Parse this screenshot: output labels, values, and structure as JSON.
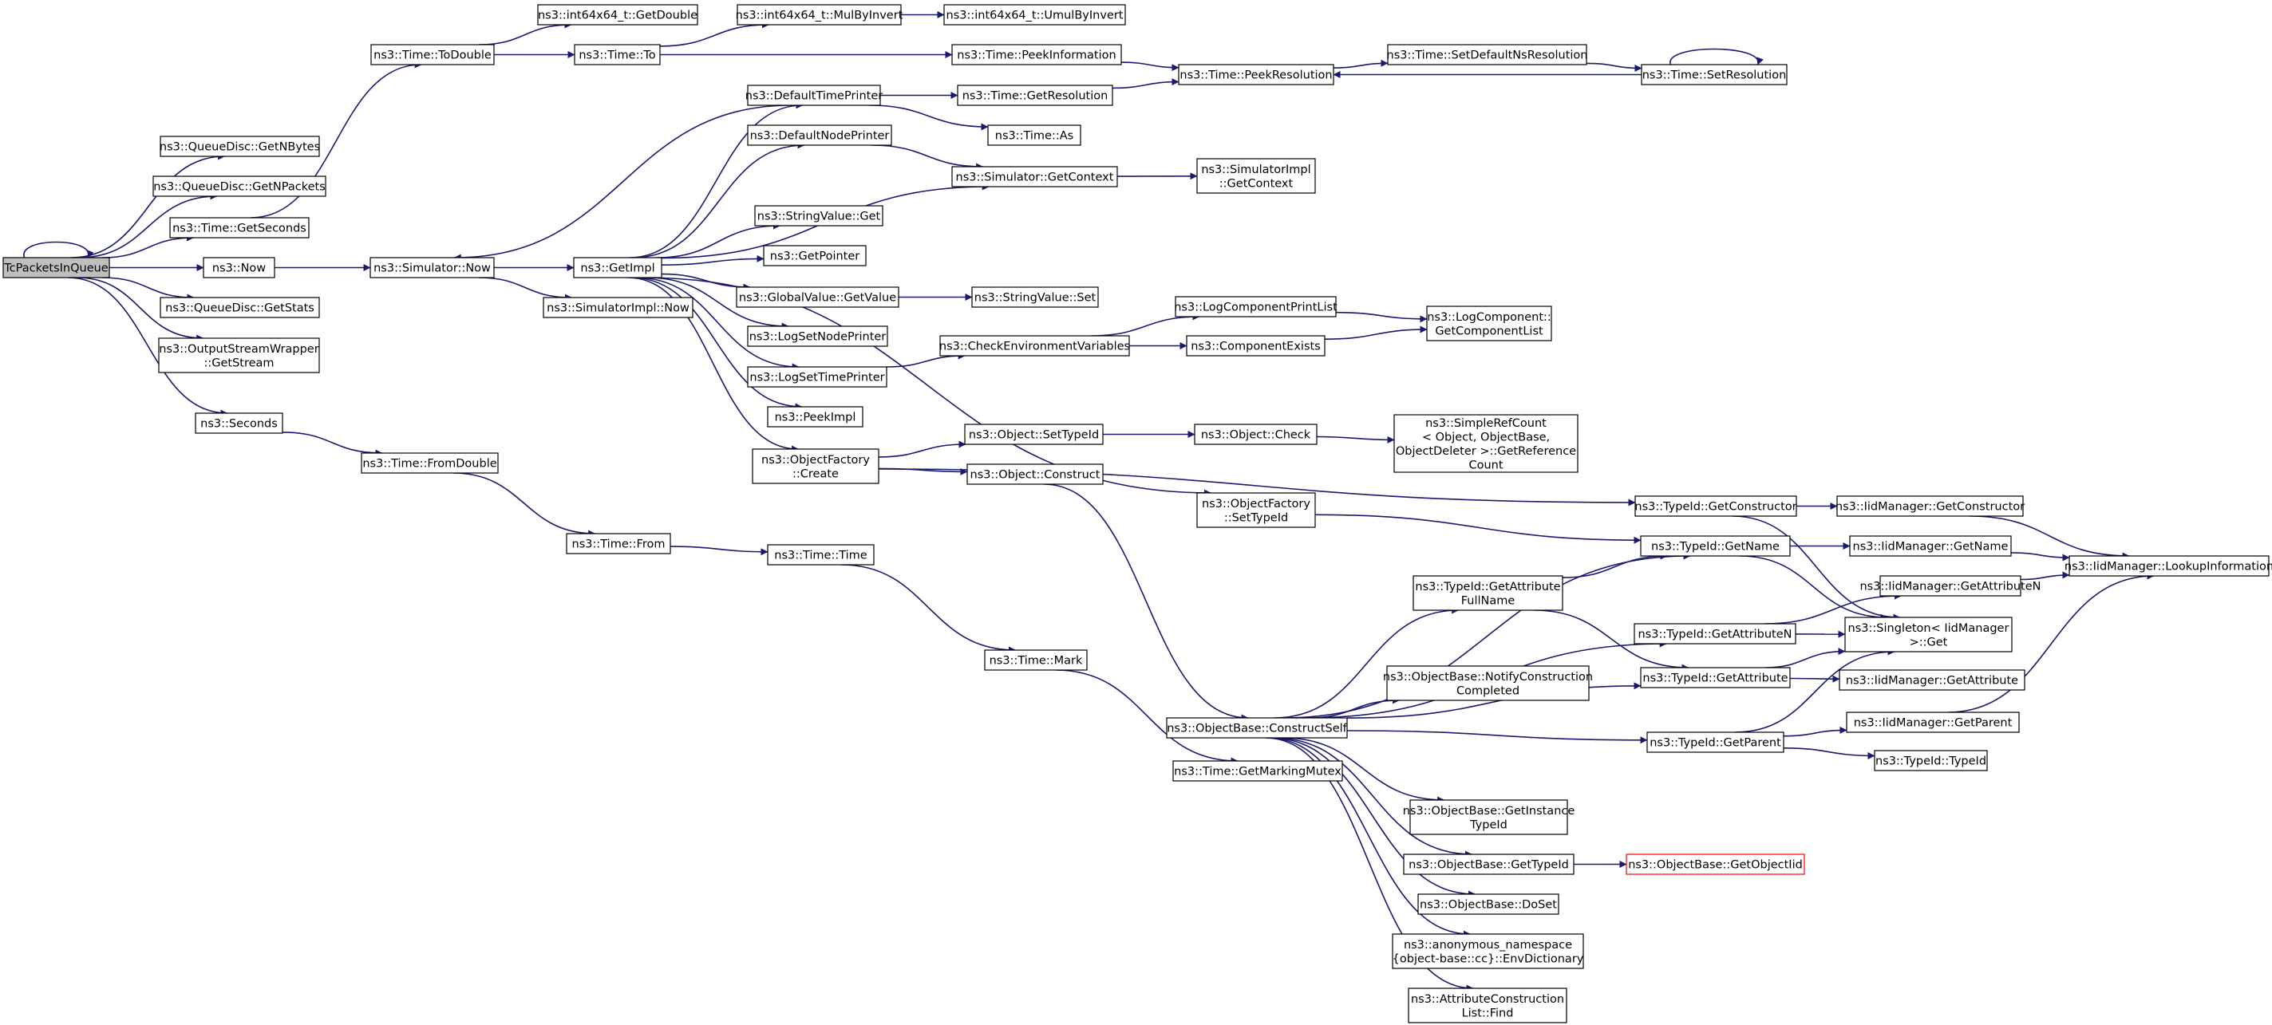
{
  "nodes": [
    {
      "id": "root",
      "lines": [
        "TcPacketsInQueue"
      ],
      "style": "root"
    },
    {
      "id": "getNBytes",
      "lines": [
        "ns3::QueueDisc::GetNBytes"
      ]
    },
    {
      "id": "getNPackets",
      "lines": [
        "ns3::QueueDisc::GetNPackets"
      ]
    },
    {
      "id": "getSeconds",
      "lines": [
        "ns3::Time::GetSeconds"
      ]
    },
    {
      "id": "now",
      "lines": [
        "ns3::Now"
      ]
    },
    {
      "id": "getStats",
      "lines": [
        "ns3::QueueDisc::GetStats"
      ]
    },
    {
      "id": "getStream",
      "lines": [
        "ns3::OutputStreamWrapper",
        "::GetStream"
      ]
    },
    {
      "id": "seconds",
      "lines": [
        "ns3::Seconds"
      ]
    },
    {
      "id": "toDouble",
      "lines": [
        "ns3::Time::ToDouble"
      ]
    },
    {
      "id": "i64GetDouble",
      "lines": [
        "ns3::int64x64_t::GetDouble"
      ]
    },
    {
      "id": "timeTo",
      "lines": [
        "ns3::Time::To"
      ]
    },
    {
      "id": "mulByInvert",
      "lines": [
        "ns3::int64x64_t::MulByInvert"
      ]
    },
    {
      "id": "umulByInvert",
      "lines": [
        "ns3::int64x64_t::UmulByInvert"
      ]
    },
    {
      "id": "simNow",
      "lines": [
        "ns3::Simulator::Now"
      ]
    },
    {
      "id": "getImpl",
      "lines": [
        "ns3::GetImpl"
      ]
    },
    {
      "id": "simImplNow",
      "lines": [
        "ns3::SimulatorImpl::Now"
      ]
    },
    {
      "id": "fromDouble",
      "lines": [
        "ns3::Time::FromDouble"
      ]
    },
    {
      "id": "timeFrom",
      "lines": [
        "ns3::Time::From"
      ]
    },
    {
      "id": "timeTime",
      "lines": [
        "ns3::Time::Time"
      ]
    },
    {
      "id": "timeMark",
      "lines": [
        "ns3::Time::Mark"
      ]
    },
    {
      "id": "markingMutex",
      "lines": [
        "ns3::Time::GetMarkingMutex"
      ]
    },
    {
      "id": "defTimePrinter",
      "lines": [
        "ns3::DefaultTimePrinter"
      ]
    },
    {
      "id": "defNodePrinter",
      "lines": [
        "ns3::DefaultNodePrinter"
      ]
    },
    {
      "id": "strValGet",
      "lines": [
        "ns3::StringValue::Get"
      ]
    },
    {
      "id": "getPointer",
      "lines": [
        "ns3::GetPointer"
      ]
    },
    {
      "id": "gvGetValue",
      "lines": [
        "ns3::GlobalValue::GetValue"
      ]
    },
    {
      "id": "logSetNodePrinter",
      "lines": [
        "ns3::LogSetNodePrinter"
      ]
    },
    {
      "id": "logSetTimePrinter",
      "lines": [
        "ns3::LogSetTimePrinter"
      ]
    },
    {
      "id": "peekImpl",
      "lines": [
        "ns3::PeekImpl"
      ]
    },
    {
      "id": "ofCreate",
      "lines": [
        "ns3::ObjectFactory",
        "::Create"
      ]
    },
    {
      "id": "peekInformation",
      "lines": [
        "ns3::Time::PeekInformation"
      ]
    },
    {
      "id": "getResolution",
      "lines": [
        "ns3::Time::GetResolution"
      ]
    },
    {
      "id": "timeAs",
      "lines": [
        "ns3::Time::As"
      ]
    },
    {
      "id": "simGetContext",
      "lines": [
        "ns3::Simulator::GetContext"
      ]
    },
    {
      "id": "strValSet",
      "lines": [
        "ns3::StringValue::Set"
      ]
    },
    {
      "id": "checkEnv",
      "lines": [
        "ns3::CheckEnvironmentVariables"
      ]
    },
    {
      "id": "objSetTypeId",
      "lines": [
        "ns3::Object::SetTypeId"
      ]
    },
    {
      "id": "objConstruct",
      "lines": [
        "ns3::Object::Construct"
      ]
    },
    {
      "id": "peekResolution",
      "lines": [
        "ns3::Time::PeekResolution"
      ]
    },
    {
      "id": "simImplGetContext",
      "lines": [
        "ns3::SimulatorImpl",
        "::GetContext"
      ]
    },
    {
      "id": "logCompPrintList",
      "lines": [
        "ns3::LogComponentPrintList"
      ]
    },
    {
      "id": "componentExists",
      "lines": [
        "ns3::ComponentExists"
      ]
    },
    {
      "id": "objCheck",
      "lines": [
        "ns3::Object::Check"
      ]
    },
    {
      "id": "ofSetTypeId",
      "lines": [
        "ns3::ObjectFactory",
        "::SetTypeId"
      ]
    },
    {
      "id": "constructSelf",
      "lines": [
        "ns3::ObjectBase::ConstructSelf"
      ]
    },
    {
      "id": "setDefaultNsRes",
      "lines": [
        "ns3::Time::SetDefaultNsResolution"
      ]
    },
    {
      "id": "setResolution",
      "lines": [
        "ns3::Time::SetResolution"
      ]
    },
    {
      "id": "logCompGetList",
      "lines": [
        "ns3::LogComponent::",
        "GetComponentList"
      ]
    },
    {
      "id": "simpleRefCount",
      "lines": [
        "ns3::SimpleRefCount",
        "< Object, ObjectBase,",
        "ObjectDeleter >::GetReference",
        "Count"
      ]
    },
    {
      "id": "tidGetAttrFullName",
      "lines": [
        "ns3::TypeId::GetAttribute",
        "FullName"
      ]
    },
    {
      "id": "notifyConstruction",
      "lines": [
        "ns3::ObjectBase::NotifyConstruction",
        "Completed"
      ]
    },
    {
      "id": "getInstanceTypeId",
      "lines": [
        "ns3::ObjectBase::GetInstance",
        "TypeId"
      ]
    },
    {
      "id": "obGetTypeId",
      "lines": [
        "ns3::ObjectBase::GetTypeId"
      ]
    },
    {
      "id": "obDoSet",
      "lines": [
        "ns3::ObjectBase::DoSet"
      ]
    },
    {
      "id": "envDictionary",
      "lines": [
        "ns3::anonymous_namespace",
        "{object-base::cc}::EnvDictionary"
      ]
    },
    {
      "id": "attrConstrFind",
      "lines": [
        "ns3::AttributeConstruction",
        "List::Find"
      ]
    },
    {
      "id": "tidGetConstructor",
      "lines": [
        "ns3::TypeId::GetConstructor"
      ]
    },
    {
      "id": "tidGetName",
      "lines": [
        "ns3::TypeId::GetName"
      ]
    },
    {
      "id": "tidGetAttributeN",
      "lines": [
        "ns3::TypeId::GetAttributeN"
      ]
    },
    {
      "id": "tidGetAttribute",
      "lines": [
        "ns3::TypeId::GetAttribute"
      ]
    },
    {
      "id": "tidGetParent",
      "lines": [
        "ns3::TypeId::GetParent"
      ]
    },
    {
      "id": "getObjectIid",
      "lines": [
        "ns3::ObjectBase::GetObjectIid"
      ],
      "style": "trunc"
    },
    {
      "id": "iidGetConstructor",
      "lines": [
        "ns3::IidManager::GetConstructor"
      ]
    },
    {
      "id": "iidGetName",
      "lines": [
        "ns3::IidManager::GetName"
      ]
    },
    {
      "id": "iidGetAttributeN",
      "lines": [
        "ns3::IidManager::GetAttributeN"
      ]
    },
    {
      "id": "singletonGet",
      "lines": [
        "ns3::Singleton< IidManager",
        ">::Get"
      ]
    },
    {
      "id": "iidGetAttribute",
      "lines": [
        "ns3::IidManager::GetAttribute"
      ]
    },
    {
      "id": "iidGetParent",
      "lines": [
        "ns3::IidManager::GetParent"
      ]
    },
    {
      "id": "tidTypeId",
      "lines": [
        "ns3::TypeId::TypeId"
      ]
    },
    {
      "id": "iidLookupInfo",
      "lines": [
        "ns3::IidManager::LookupInformation"
      ]
    }
  ],
  "edges": [
    [
      "root",
      "root"
    ],
    [
      "root",
      "getNBytes"
    ],
    [
      "root",
      "getNPackets"
    ],
    [
      "root",
      "getSeconds"
    ],
    [
      "root",
      "now"
    ],
    [
      "root",
      "getStats"
    ],
    [
      "root",
      "getStream"
    ],
    [
      "root",
      "seconds"
    ],
    [
      "getSeconds",
      "toDouble"
    ],
    [
      "toDouble",
      "i64GetDouble"
    ],
    [
      "toDouble",
      "timeTo"
    ],
    [
      "timeTo",
      "mulByInvert"
    ],
    [
      "mulByInvert",
      "umulByInvert"
    ],
    [
      "timeTo",
      "peekInformation"
    ],
    [
      "now",
      "simNow"
    ],
    [
      "simNow",
      "getImpl"
    ],
    [
      "simNow",
      "simImplNow"
    ],
    [
      "seconds",
      "fromDouble"
    ],
    [
      "fromDouble",
      "timeFrom"
    ],
    [
      "timeFrom",
      "timeTime"
    ],
    [
      "timeTime",
      "timeMark"
    ],
    [
      "timeMark",
      "markingMutex"
    ],
    [
      "getImpl",
      "defTimePrinter"
    ],
    [
      "getImpl",
      "defNodePrinter"
    ],
    [
      "getImpl",
      "simGetContext"
    ],
    [
      "getImpl",
      "strValGet"
    ],
    [
      "getImpl",
      "getPointer"
    ],
    [
      "getImpl",
      "gvGetValue"
    ],
    [
      "getImpl",
      "logSetNodePrinter"
    ],
    [
      "getImpl",
      "logSetTimePrinter"
    ],
    [
      "getImpl",
      "peekImpl"
    ],
    [
      "getImpl",
      "ofCreate"
    ],
    [
      "getImpl",
      "ofSetTypeId"
    ],
    [
      "defTimePrinter",
      "simNow"
    ],
    [
      "defTimePrinter",
      "getResolution"
    ],
    [
      "defTimePrinter",
      "timeAs"
    ],
    [
      "defNodePrinter",
      "simGetContext"
    ],
    [
      "simGetContext",
      "simImplGetContext"
    ],
    [
      "gvGetValue",
      "strValSet"
    ],
    [
      "logSetTimePrinter",
      "checkEnv"
    ],
    [
      "checkEnv",
      "logCompPrintList"
    ],
    [
      "checkEnv",
      "componentExists"
    ],
    [
      "logCompPrintList",
      "logCompGetList"
    ],
    [
      "componentExists",
      "logCompGetList"
    ],
    [
      "ofCreate",
      "objSetTypeId"
    ],
    [
      "ofCreate",
      "objConstruct"
    ],
    [
      "ofCreate",
      "tidGetConstructor"
    ],
    [
      "objSetTypeId",
      "objCheck"
    ],
    [
      "objCheck",
      "simpleRefCount"
    ],
    [
      "objConstruct",
      "constructSelf"
    ],
    [
      "peekInformation",
      "peekResolution"
    ],
    [
      "getResolution",
      "peekResolution"
    ],
    [
      "peekResolution",
      "setDefaultNsRes"
    ],
    [
      "setDefaultNsRes",
      "setResolution"
    ],
    [
      "setResolution",
      "peekResolution"
    ],
    [
      "setResolution",
      "setResolution"
    ],
    [
      "ofSetTypeId",
      "tidGetName"
    ],
    [
      "constructSelf",
      "tidGetName"
    ],
    [
      "constructSelf",
      "tidGetAttrFullName"
    ],
    [
      "constructSelf",
      "tidGetAttributeN"
    ],
    [
      "constructSelf",
      "notifyConstruction"
    ],
    [
      "constructSelf",
      "tidGetAttribute"
    ],
    [
      "constructSelf",
      "tidGetParent"
    ],
    [
      "constructSelf",
      "getInstanceTypeId"
    ],
    [
      "constructSelf",
      "obGetTypeId"
    ],
    [
      "constructSelf",
      "obDoSet"
    ],
    [
      "constructSelf",
      "envDictionary"
    ],
    [
      "constructSelf",
      "attrConstrFind"
    ],
    [
      "tidGetAttrFullName",
      "tidGetName"
    ],
    [
      "tidGetAttrFullName",
      "tidGetAttribute"
    ],
    [
      "obGetTypeId",
      "getObjectIid"
    ],
    [
      "tidGetConstructor",
      "iidGetConstructor"
    ],
    [
      "tidGetConstructor",
      "singletonGet"
    ],
    [
      "tidGetName",
      "iidGetName"
    ],
    [
      "tidGetName",
      "singletonGet"
    ],
    [
      "tidGetAttributeN",
      "iidGetAttributeN"
    ],
    [
      "tidGetAttributeN",
      "singletonGet"
    ],
    [
      "tidGetAttribute",
      "iidGetAttribute"
    ],
    [
      "tidGetAttribute",
      "singletonGet"
    ],
    [
      "tidGetParent",
      "iidGetParent"
    ],
    [
      "tidGetParent",
      "tidTypeId"
    ],
    [
      "tidGetParent",
      "singletonGet"
    ],
    [
      "iidGetConstructor",
      "iidLookupInfo"
    ],
    [
      "iidGetName",
      "iidLookupInfo"
    ],
    [
      "iidGetAttributeN",
      "iidLookupInfo"
    ],
    [
      "iidGetParent",
      "iidLookupInfo"
    ]
  ]
}
